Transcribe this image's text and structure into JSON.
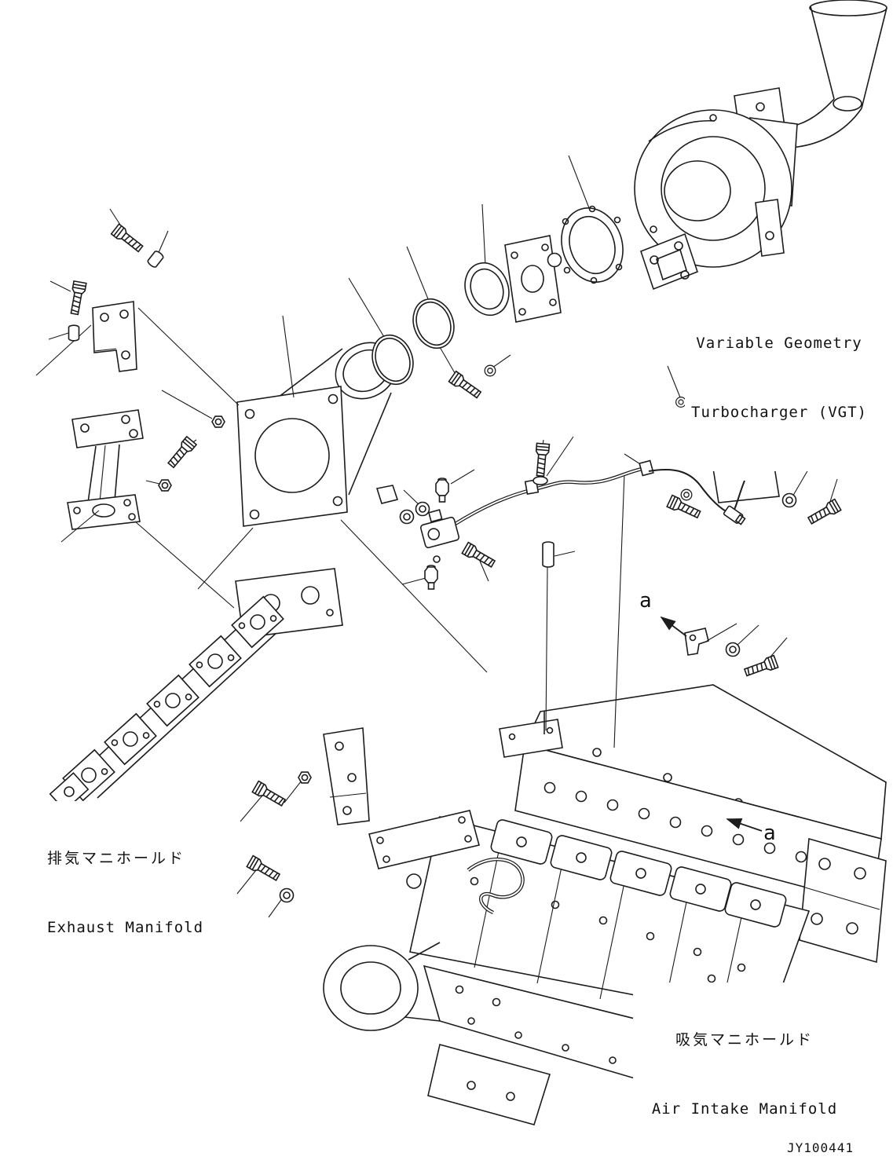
{
  "diagram": {
    "drawing_number": "JY100441",
    "callout": "a",
    "labels": {
      "turbocharger": {
        "line1": "Variable Geometry",
        "line2": "Turbocharger (VGT)"
      },
      "exhaust_manifold": {
        "jp": "排気マニホールド",
        "en": "Exhaust Manifold"
      },
      "air_intake_manifold": {
        "jp": "吸気マニホールド",
        "en": "Air Intake Manifold"
      }
    },
    "colors": {
      "line": "#1c1c1c",
      "background": "#ffffff"
    }
  }
}
